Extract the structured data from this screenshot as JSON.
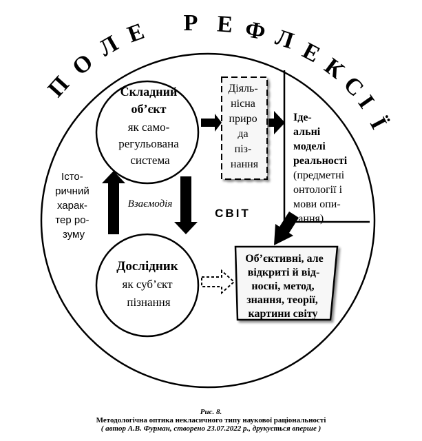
{
  "arc_title": {
    "left_letters": [
      "П",
      "О",
      "Л",
      "Е"
    ],
    "right_letters": [
      "Р",
      "Е",
      "Ф",
      "Л",
      "Е",
      "К",
      "С",
      "І",
      "Ї"
    ]
  },
  "object_circle": {
    "line1": "Складний",
    "line2": "об’єкт",
    "line3": "як само-",
    "line4": "регульована",
    "line5": "система"
  },
  "activity_box": {
    "lines": [
      "Діяль-",
      "нісна",
      "приро",
      "да",
      "піз-",
      "нання"
    ]
  },
  "ideal_models": {
    "bold_lines": [
      "Іде-",
      "альні",
      "моделі",
      "реальності"
    ],
    "lines": [
      "(предметні",
      "онтології і",
      "мови опи-",
      "сання)"
    ]
  },
  "historical_text": {
    "lines": [
      "Істо-",
      "ричний",
      "харак-",
      "тер ро-",
      "зуму"
    ]
  },
  "interaction_label": "Взаємодія",
  "world_label": "СВІТ",
  "researcher_circle": {
    "line1": "Дослідник",
    "line2": "як суб’єкт",
    "line3": "пізнання"
  },
  "results_box": {
    "lines": [
      "Об’єктивні, але",
      "відкриті й від-",
      "носні, метод,",
      "знання, теорії,",
      "картини світу"
    ]
  },
  "caption": {
    "figure": "Рис. 8.",
    "title": "Методологічна оптика некласичного типу наукової раціональності",
    "note": "( автор А.В. Фурман, створено 23.07.2022 р., друкується вперше )"
  }
}
